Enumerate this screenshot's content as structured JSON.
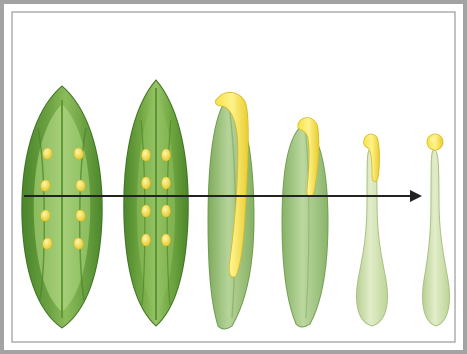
{
  "figure": {
    "subject": "carpel-evolution-sequence",
    "frame_color": "#a3a3a3",
    "background_color": "#ffffff",
    "arrow_color": "#222222",
    "stages": [
      {
        "name": "open-leaf",
        "ovule_count": 8,
        "ovule_layout": "marginal-on-open-blade"
      },
      {
        "name": "folding-leaf",
        "ovule_count": 8,
        "ovule_layout": "rows-on-folding-blade"
      },
      {
        "name": "closed-carpel-long-stigma",
        "ovule_count": 0,
        "stigma": "long-crest"
      },
      {
        "name": "closed-carpel-medium-stigma",
        "ovule_count": 0,
        "stigma": "medium-crest"
      },
      {
        "name": "style-short-stigma",
        "ovule_count": 0,
        "stigma": "short-crest"
      },
      {
        "name": "pistil-capitate-stigma",
        "ovule_count": 0,
        "stigma": "capitate"
      }
    ],
    "colors": {
      "leaf_dark": "#4f8a2c",
      "leaf_mid": "#79ad48",
      "leaf_light": "#a8cf7f",
      "carpel_mid": "#9dc27f",
      "pistil_pale": "#cfe0ad",
      "stigma_yellow": "#f5df3d",
      "ovule_yellow": "#f1dd55"
    }
  }
}
